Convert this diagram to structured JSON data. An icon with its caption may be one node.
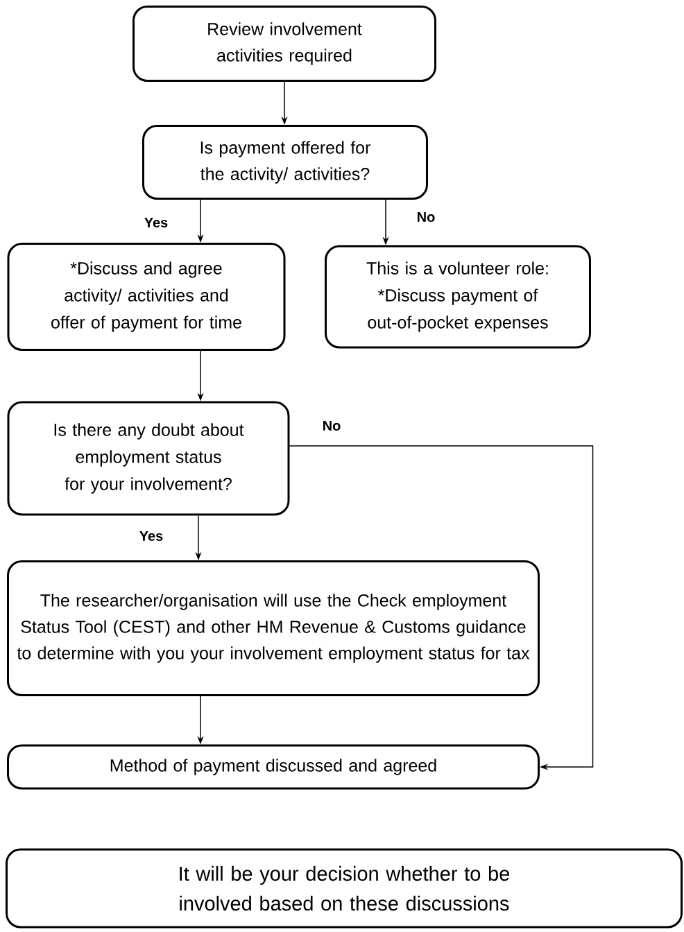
{
  "diagram": {
    "nodes": [
      {
        "text": [
          "Review involvement activities required"
        ]
      },
      {
        "text": [
          "Is payment offered for the activity/ activities?"
        ]
      },
      {
        "text": [
          "*Discuss and agree activity/ activities and offer of payment for time"
        ]
      },
      {
        "text": [
          "This is a volunteer role: *Discuss payment of out-of-pocket expenses"
        ]
      },
      {
        "text": [
          "Is there any doubt about employment status for your involvement?"
        ]
      },
      {
        "text": [
          "The researcher/organisation will use the Check employment Status Tool (CEST) and other HM Revenue & Customs guidance to determine with you your involvement employment status for tax"
        ]
      },
      {
        "text": [
          "Method of payment discussed and agreed"
        ]
      },
      {
        "text": [
          "It will be your decision whether to be involved based on these discussions"
        ]
      }
    ],
    "edges": [
      {
        "from": 0,
        "to": 1,
        "arrow": "to"
      },
      {
        "from": 1,
        "to": 2,
        "arrow": "to",
        "label": "Yes"
      },
      {
        "from": 1,
        "to": 3,
        "arrow": "to",
        "label": "No"
      },
      {
        "from": 2,
        "to": 4,
        "arrow": "to"
      },
      {
        "from": 4,
        "to": 6,
        "arrow": "to",
        "label": "No"
      },
      {
        "from": 4,
        "to": 5,
        "arrow": "to",
        "label": "Yes"
      },
      {
        "from": 5,
        "to": 6,
        "arrow": "to"
      }
    ]
  }
}
